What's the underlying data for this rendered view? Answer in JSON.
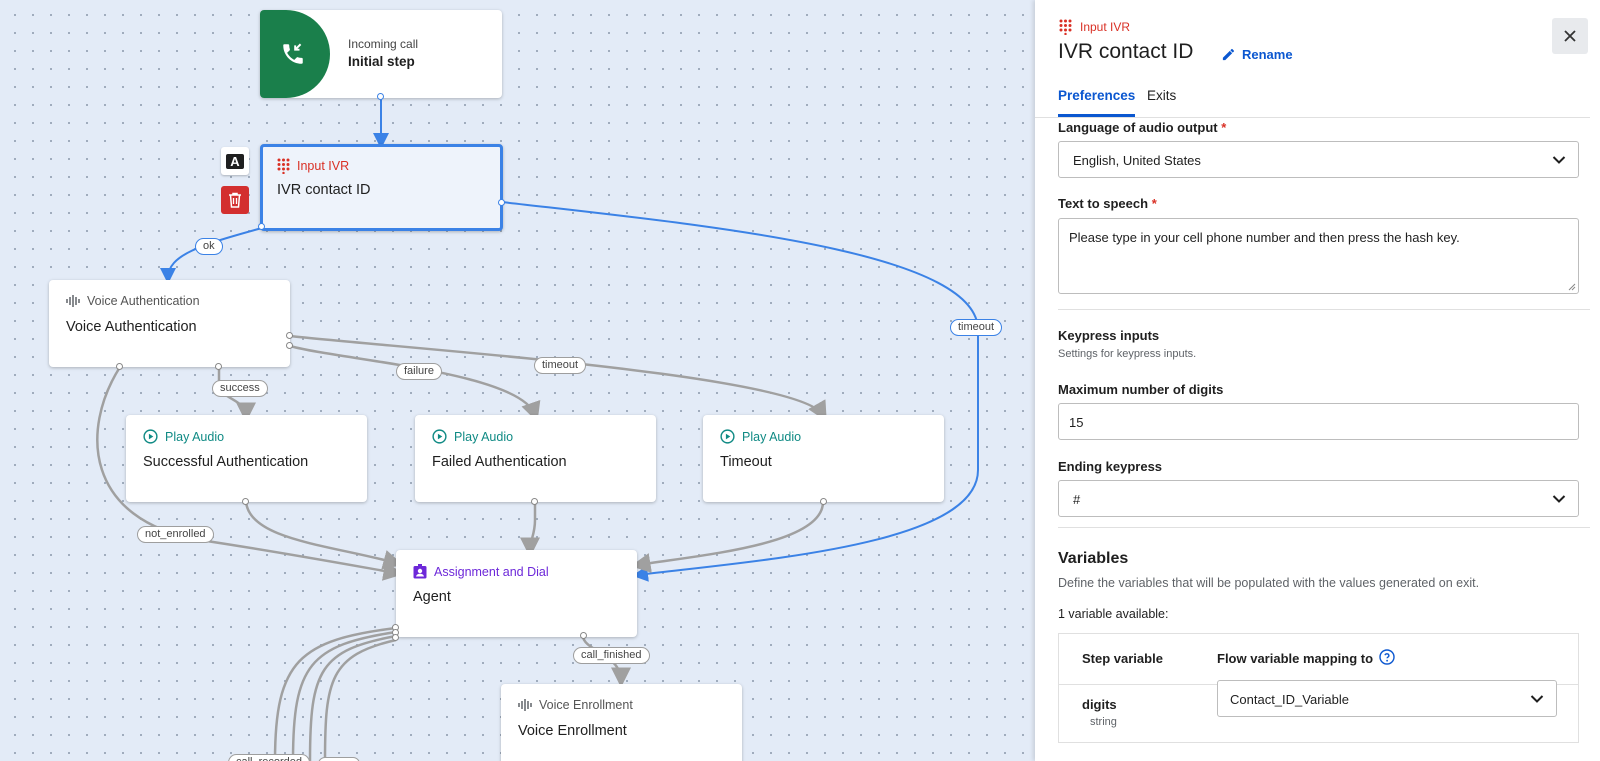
{
  "canvas": {
    "nodes": {
      "incoming": {
        "type": "Incoming call",
        "title": "Initial step",
        "color": "#1a7f4b"
      },
      "ivr": {
        "type": "Input IVR",
        "title": "IVR contact ID",
        "type_color": "#d93025"
      },
      "voice_auth": {
        "type": "Voice Authentication",
        "title": "Voice Authentication"
      },
      "play_success": {
        "type": "Play Audio",
        "title": "Successful Authentication"
      },
      "play_failed": {
        "type": "Play Audio",
        "title": "Failed Authentication"
      },
      "play_timeout": {
        "type": "Play Audio",
        "title": "Timeout"
      },
      "agent": {
        "type": "Assignment and Dial",
        "title": "Agent",
        "type_color": "#6d28d9"
      },
      "voice_enroll": {
        "type": "Voice Enrollment",
        "title": "Voice Enrollment"
      }
    },
    "edge_labels": {
      "ok": "ok",
      "success": "success",
      "failure": "failure",
      "timeout_va": "timeout",
      "timeout_ivr": "timeout",
      "not_enrolled": "not_enrolled",
      "call_finished": "call_finished",
      "truncated_a": "call_recorded",
      "truncated_b": ""
    },
    "side_buttons": {
      "label_button": "A"
    },
    "colors": {
      "accent": "#3b82e6",
      "play_audio": "#0f8a84",
      "delete": "#d32f2f"
    }
  },
  "panel": {
    "node_type": "Input IVR",
    "title": "IVR contact ID",
    "rename_label": "Rename",
    "close_icon": "close-icon",
    "tabs": [
      {
        "label": "Preferences",
        "active": true
      },
      {
        "label": "Exits",
        "active": false
      }
    ],
    "language": {
      "label": "Language of audio output",
      "required": "*",
      "value": "English, United States"
    },
    "tts": {
      "label": "Text to speech",
      "required": "*",
      "value": "Please type in your cell phone number and then press the hash key."
    },
    "keypress": {
      "heading": "Keypress inputs",
      "description": "Settings for keypress inputs."
    },
    "max_digits": {
      "label": "Maximum number of digits",
      "value": "15"
    },
    "ending_keypress": {
      "label": "Ending keypress",
      "value": "#"
    },
    "variables": {
      "heading": "Variables",
      "description": "Define the variables that will be populated with the values generated on exit.",
      "count_text": "1 variable available:",
      "col_step": "Step variable",
      "col_flow": "Flow variable mapping to",
      "rows": [
        {
          "name": "digits",
          "type": "string",
          "mapping": "Contact_ID_Variable"
        }
      ]
    }
  }
}
